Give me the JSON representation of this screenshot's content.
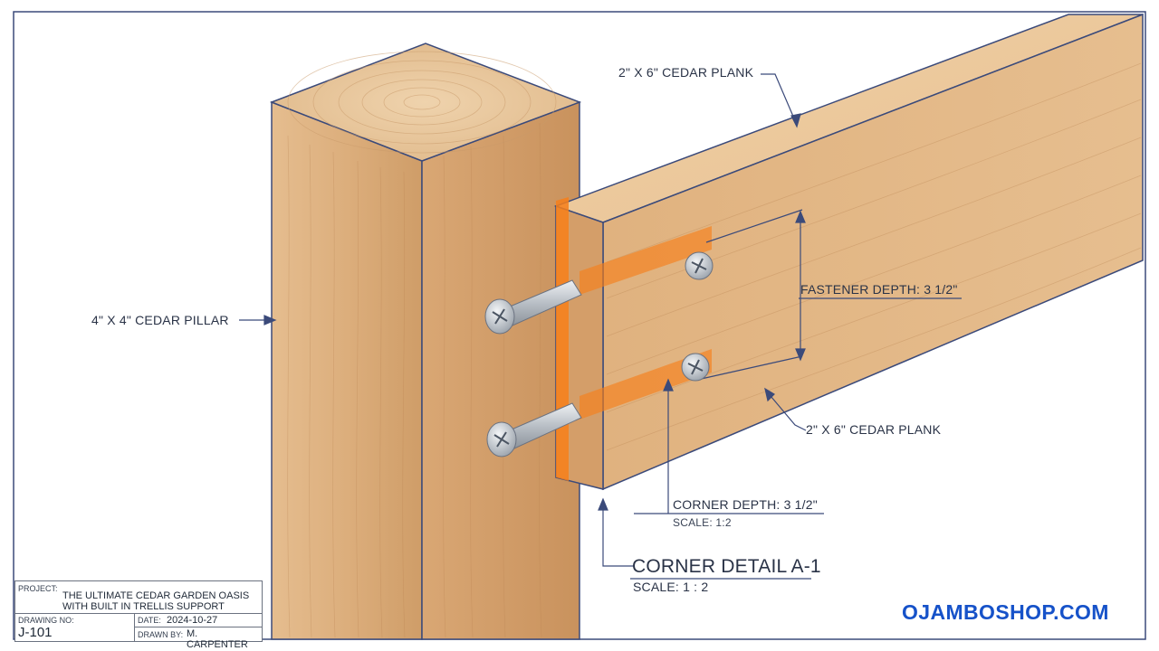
{
  "callouts": {
    "plank_top": "2\" X 6\" CEDAR PLANK",
    "pillar": "4\" X 4\" CEDAR PILLAR",
    "fastener_depth": "FASTENER DEPTH: 3 1/2\"",
    "plank_bottom": "2\" X 6\" CEDAR PLANK",
    "corner_depth": "CORNER DEPTH: 3 1/2\"",
    "corner_scale": "SCALE: 1:2",
    "detail_title": "CORNER DETAIL A-1",
    "detail_scale": "SCALE:  1 : 2"
  },
  "title_block": {
    "project_label": "PROJECT:",
    "project_line1": "THE ULTIMATE CEDAR GARDEN OASIS",
    "project_line2": "WITH BUILT IN TRELLIS SUPPORT",
    "drawing_no_label": "DRAWING NO:",
    "drawing_no": "J-101",
    "date_label": "DATE:",
    "date": "2024-10-27",
    "drawn_by_label": "DRAWN BY:",
    "drawn_by": "M. CARPENTER"
  },
  "brand": "OJAMBOSHOP.COM",
  "colors": {
    "frame": "#3b4a7a",
    "cedar_light": "#e2b98a",
    "cedar_mid": "#d29e6b",
    "cedar_dark": "#b97f4c",
    "glue": "#f77f1a",
    "steel": "#c7ccd2",
    "brand": "#1652c9"
  },
  "icons": [
    "screw-icon",
    "lag-bolt-icon"
  ]
}
